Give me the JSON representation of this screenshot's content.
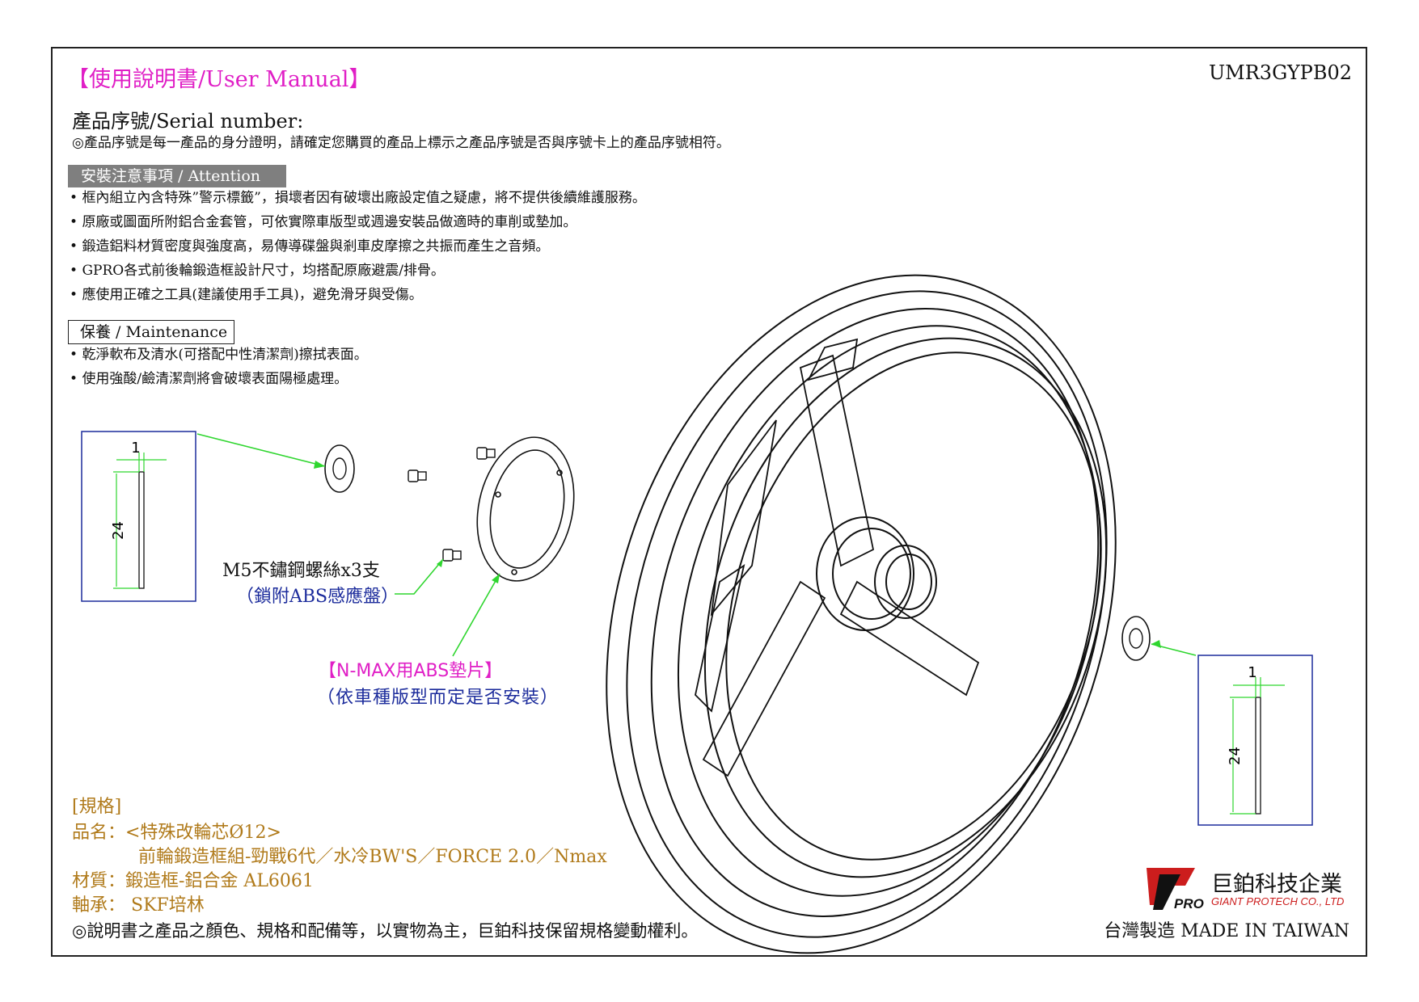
{
  "header": {
    "title": "【使用說明書/User Manual】",
    "doc_code": "UMR3GYPB02",
    "serial_label": "產品序號/Serial number:",
    "serial_note": "◎產品序號是每一產品的身分證明，請確定您購買的產品上標示之產品序號是否與序號卡上的產品序號相符。"
  },
  "attention": {
    "heading": "安裝注意事項 / Attention",
    "items": [
      "框內組立內含特殊”警示標籤”，損壞者因有破壞出廠設定值之疑慮，將不提供後續維護服務。",
      "原廠或圖面所附鋁合金套管，可依實際車版型或週邊安裝品做適時的車削或墊加。",
      "鍛造鋁料材質密度與強度高，易傳導碟盤與剎車皮摩擦之共振而產生之音頻。",
      "GPRO各式前後輪鍛造框設計尺寸，均搭配原廠避震/排骨。",
      "應使用正確之工具(建議使用手工具)，避免滑牙與受傷。"
    ]
  },
  "maintenance": {
    "heading": "保養 / Maintenance",
    "items": [
      "乾淨軟布及清水(可搭配中性清潔劑)擦拭表面。",
      "使用強酸/鹼清潔劑將會破壞表面陽極處理。"
    ]
  },
  "callouts": {
    "screws": "M5不鏽鋼螺絲x3支",
    "screws_note": "（鎖附ABS感應盤）",
    "shim": "【N-MAX用ABS墊片】",
    "shim_note": "（依車種版型而定是否安裝）"
  },
  "dimensions": {
    "left_thickness": "1",
    "left_diameter": "24",
    "right_thickness": "1",
    "right_diameter": "24"
  },
  "spec": {
    "heading": "[規格]",
    "name": "品名：<特殊改輪芯Ø12>",
    "name_line2": "前輪鍛造框組-勁戰6代／水冷BW'S／FORCE 2.0／Nmax",
    "material": "材質：鍛造框-鋁合金 AL6061",
    "bearing": "軸承： SKF培林"
  },
  "footer": {
    "disclaimer": "◎說明書之產品之顏色、規格和配備等，以實物為主，巨鉑科技保留規格變動權利。",
    "made_in": "台灣製造 MADE IN TAIWAN",
    "company_name": "巨鉑科技企業",
    "company_en": "GIANT PROTECH CO., LTD",
    "logo_text": "PRO"
  },
  "colors": {
    "magenta": "#e01fc6",
    "blue": "#1c2c9c",
    "gold": "#b07a1a",
    "green_leader": "#2fd62f",
    "logo_red": "#cc1d1d"
  }
}
